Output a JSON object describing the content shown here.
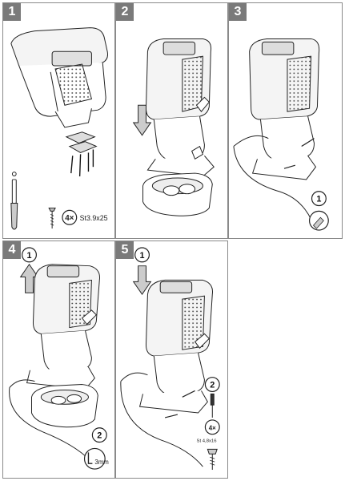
{
  "steps": [
    {
      "number": "1",
      "count_label": "4×",
      "screw_label": "St3.9x25"
    },
    {
      "number": "2"
    },
    {
      "number": "3",
      "callout": "1"
    },
    {
      "number": "4",
      "callout_top": "1",
      "callout_bottom": "2",
      "tool_label": "3mm"
    },
    {
      "number": "5",
      "callout_top": "1",
      "callout_mid": "2",
      "count_label": "4×",
      "screw_label": "St 4,8x16"
    }
  ]
}
